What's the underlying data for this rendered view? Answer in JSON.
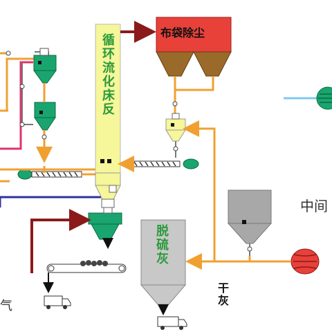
{
  "labels": {
    "bag_filter": "布袋除尘",
    "circulating_bed_ash": "循环流化床反",
    "desulfurization_ash": "脱硫灰",
    "dry_ash": "干灰",
    "intermediate": "中间",
    "gas": "气"
  },
  "colors": {
    "hopper_green": "#1aa570",
    "column_yellow": "#f6f69a",
    "bag_red": "#e8413a",
    "pipe_orange": "#f0a030",
    "pipe_darkred": "#8b1a1a",
    "pipe_pink": "#e0336a",
    "pipe_blue": "#3030a0",
    "pipe_lightblue": "#80c8f0",
    "gray": "#a8a8a8"
  },
  "icons": [
    "truck-icon",
    "fan-icon",
    "screw-conveyor-icon",
    "belt-conveyor-icon"
  ]
}
